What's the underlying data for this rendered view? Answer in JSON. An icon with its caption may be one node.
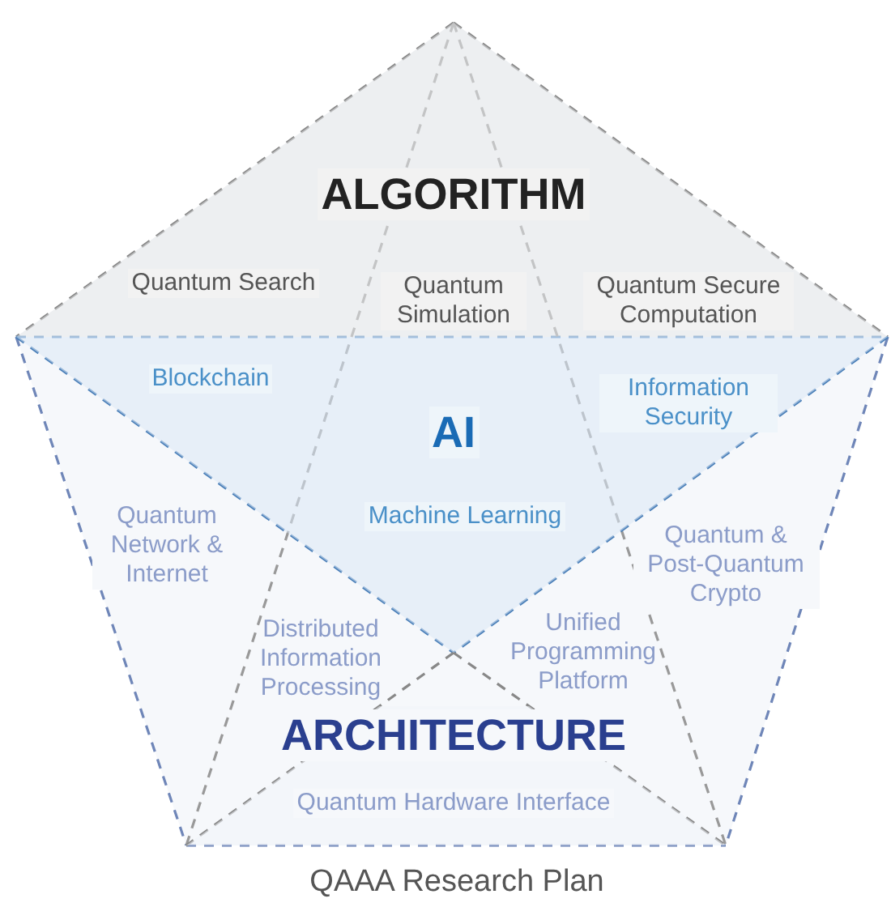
{
  "diagram": {
    "caption": "QAAA Research Plan",
    "nodes": [
      {
        "text": [
          "ALGORITHM",
          "Quantum Search",
          "Quantum Simulation",
          "Quantum Secure Computation"
        ]
      },
      {
        "text": [
          "AI",
          "Blockchain",
          "Information Security",
          "Machine Learning"
        ]
      },
      {
        "text": [
          "ARCHITECTURE",
          "Quantum Hardware Interface"
        ]
      }
    ],
    "labels": [
      "Quantum Network & Internet",
      "Quantum & Post-Quantum Crypto",
      "Distributed Information Processing",
      "Unified Programming Platform"
    ]
  }
}
